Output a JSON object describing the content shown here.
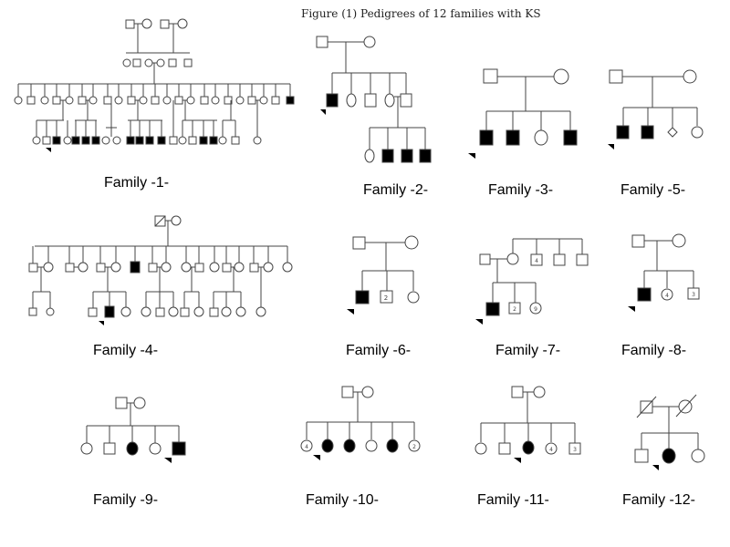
{
  "figure": {
    "title": "Figure (1) Pedigrees of 12 families with KS"
  },
  "families": [
    {
      "label": "Family -1-"
    },
    {
      "label": "Family -2-"
    },
    {
      "label": "Family -3-"
    },
    {
      "label": "Family -5-"
    },
    {
      "label": "Family -4-"
    },
    {
      "label": "Family -6-"
    },
    {
      "label": "Family -7-"
    },
    {
      "label": "Family -8-"
    },
    {
      "label": "Family -9-"
    },
    {
      "label": "Family -10-"
    },
    {
      "label": "Family -11-"
    },
    {
      "label": "Family -12-"
    }
  ],
  "colors": {
    "line": "#444444",
    "affected": "#000000",
    "unaffected_fill": "#ffffff"
  }
}
